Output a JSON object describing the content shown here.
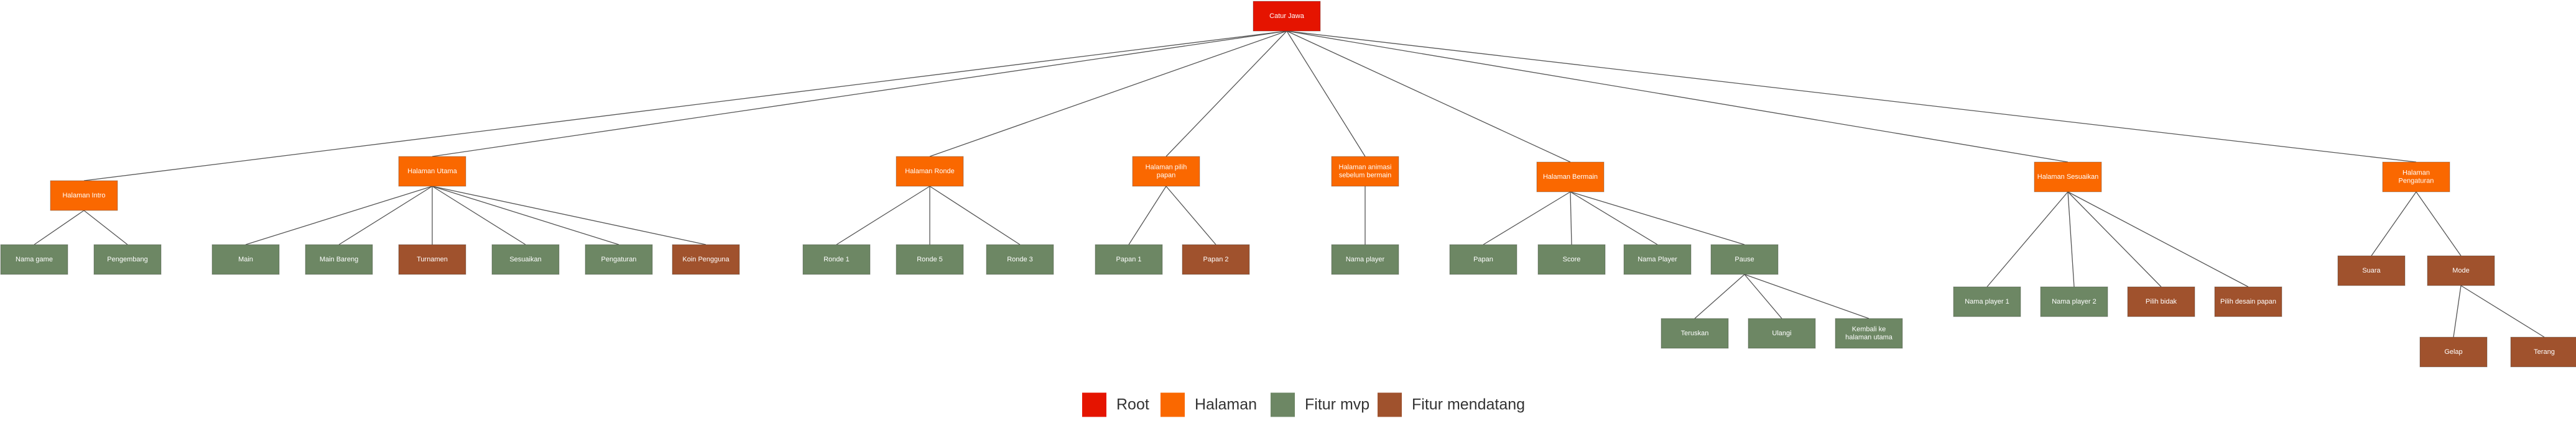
{
  "colors": {
    "root": "#e51400",
    "halaman": "#fa6800",
    "fitur_mvp": "#6d8764",
    "fitur_mendatang": "#a0522d",
    "edge": "#555555",
    "text": "#ffffff"
  },
  "nodes": {
    "root": {
      "label": [
        "Catur Jawa"
      ],
      "kind": "root"
    },
    "intro": {
      "label": [
        "Halaman Intro"
      ],
      "kind": "halaman"
    },
    "utama": {
      "label": [
        "Halaman Utama"
      ],
      "kind": "halaman"
    },
    "ronde": {
      "label": [
        "Halaman Ronde"
      ],
      "kind": "halaman"
    },
    "pilih_papan": {
      "label": [
        "Halaman pilih",
        "papan"
      ],
      "kind": "halaman"
    },
    "animasi": {
      "label": [
        "Halaman animasi",
        "sebelum bermain"
      ],
      "kind": "halaman"
    },
    "bermain": {
      "label": [
        "Halaman Bermain"
      ],
      "kind": "halaman"
    },
    "sesuaikan": {
      "label": [
        "Halaman Sesuaikan"
      ],
      "kind": "halaman"
    },
    "pengaturan": {
      "label": [
        "Halaman",
        "Pengaturan"
      ],
      "kind": "halaman"
    },
    "nama_game": {
      "label": [
        "Nama game"
      ],
      "kind": "fitur_mvp"
    },
    "pengembang": {
      "label": [
        "Pengembang"
      ],
      "kind": "fitur_mvp"
    },
    "main": {
      "label": [
        "Main"
      ],
      "kind": "fitur_mvp"
    },
    "main_bareng": {
      "label": [
        "Main Bareng"
      ],
      "kind": "fitur_mvp"
    },
    "turnamen": {
      "label": [
        "Turnamen"
      ],
      "kind": "fitur_mendatang"
    },
    "sesuaikan_btn": {
      "label": [
        "Sesuaikan"
      ],
      "kind": "fitur_mvp"
    },
    "pengaturan_btn": {
      "label": [
        "Pengaturan"
      ],
      "kind": "fitur_mvp"
    },
    "koin": {
      "label": [
        "Koin Pengguna"
      ],
      "kind": "fitur_mendatang"
    },
    "ronde1": {
      "label": [
        "Ronde 1"
      ],
      "kind": "fitur_mvp"
    },
    "ronde5": {
      "label": [
        "Ronde 5"
      ],
      "kind": "fitur_mvp"
    },
    "ronde3": {
      "label": [
        "Ronde 3"
      ],
      "kind": "fitur_mvp"
    },
    "papan1": {
      "label": [
        "Papan 1"
      ],
      "kind": "fitur_mvp"
    },
    "papan2": {
      "label": [
        "Papan 2"
      ],
      "kind": "fitur_mendatang"
    },
    "nama_player": {
      "label": [
        "Nama player"
      ],
      "kind": "fitur_mvp"
    },
    "papan": {
      "label": [
        "Papan"
      ],
      "kind": "fitur_mvp"
    },
    "score": {
      "label": [
        "Score"
      ],
      "kind": "fitur_mvp"
    },
    "nama_player_b": {
      "label": [
        "Nama Player"
      ],
      "kind": "fitur_mvp"
    },
    "pause": {
      "label": [
        "Pause"
      ],
      "kind": "fitur_mvp"
    },
    "teruskan": {
      "label": [
        "Teruskan"
      ],
      "kind": "fitur_mvp"
    },
    "ulangi": {
      "label": [
        "Ulangi"
      ],
      "kind": "fitur_mvp"
    },
    "kembali": {
      "label": [
        "Kembali ke",
        "halaman utama"
      ],
      "kind": "fitur_mvp"
    },
    "player1": {
      "label": [
        "Nama player 1"
      ],
      "kind": "fitur_mvp"
    },
    "player2": {
      "label": [
        "Nama player 2"
      ],
      "kind": "fitur_mvp"
    },
    "pilih_bidak": {
      "label": [
        "Pilih bidak"
      ],
      "kind": "fitur_mendatang"
    },
    "pilih_desain": {
      "label": [
        "Pilih desain papan"
      ],
      "kind": "fitur_mendatang"
    },
    "suara": {
      "label": [
        "Suara"
      ],
      "kind": "fitur_mendatang"
    },
    "mode": {
      "label": [
        "Mode"
      ],
      "kind": "fitur_mendatang"
    },
    "gelap": {
      "label": [
        "Gelap"
      ],
      "kind": "fitur_mendatang"
    },
    "terang": {
      "label": [
        "Terang"
      ],
      "kind": "fitur_mendatang"
    }
  },
  "edges": [
    [
      "root",
      "intro"
    ],
    [
      "root",
      "utama"
    ],
    [
      "root",
      "ronde"
    ],
    [
      "root",
      "pilih_papan"
    ],
    [
      "root",
      "animasi"
    ],
    [
      "root",
      "bermain"
    ],
    [
      "root",
      "sesuaikan"
    ],
    [
      "root",
      "pengaturan"
    ],
    [
      "intro",
      "nama_game"
    ],
    [
      "intro",
      "pengembang"
    ],
    [
      "utama",
      "main"
    ],
    [
      "utama",
      "main_bareng"
    ],
    [
      "utama",
      "turnamen"
    ],
    [
      "utama",
      "sesuaikan_btn"
    ],
    [
      "utama",
      "pengaturan_btn"
    ],
    [
      "utama",
      "koin"
    ],
    [
      "ronde",
      "ronde1"
    ],
    [
      "ronde",
      "ronde5"
    ],
    [
      "ronde",
      "ronde3"
    ],
    [
      "pilih_papan",
      "papan1"
    ],
    [
      "pilih_papan",
      "papan2"
    ],
    [
      "animasi",
      "nama_player"
    ],
    [
      "bermain",
      "papan"
    ],
    [
      "bermain",
      "score"
    ],
    [
      "bermain",
      "nama_player_b"
    ],
    [
      "bermain",
      "pause"
    ],
    [
      "pause",
      "teruskan"
    ],
    [
      "pause",
      "ulangi"
    ],
    [
      "pause",
      "kembali"
    ],
    [
      "sesuaikan",
      "player1"
    ],
    [
      "sesuaikan",
      "player2"
    ],
    [
      "sesuaikan",
      "pilih_bidak"
    ],
    [
      "sesuaikan",
      "pilih_desain"
    ],
    [
      "pengaturan",
      "suara"
    ],
    [
      "pengaturan",
      "mode"
    ],
    [
      "mode",
      "gelap"
    ],
    [
      "mode",
      "terang"
    ]
  ],
  "legend": [
    {
      "label": "Root",
      "kind": "root"
    },
    {
      "label": "Halaman",
      "kind": "halaman"
    },
    {
      "label": "Fitur mvp",
      "kind": "fitur_mvp"
    },
    {
      "label": "Fitur mendatang",
      "kind": "fitur_mendatang"
    }
  ]
}
